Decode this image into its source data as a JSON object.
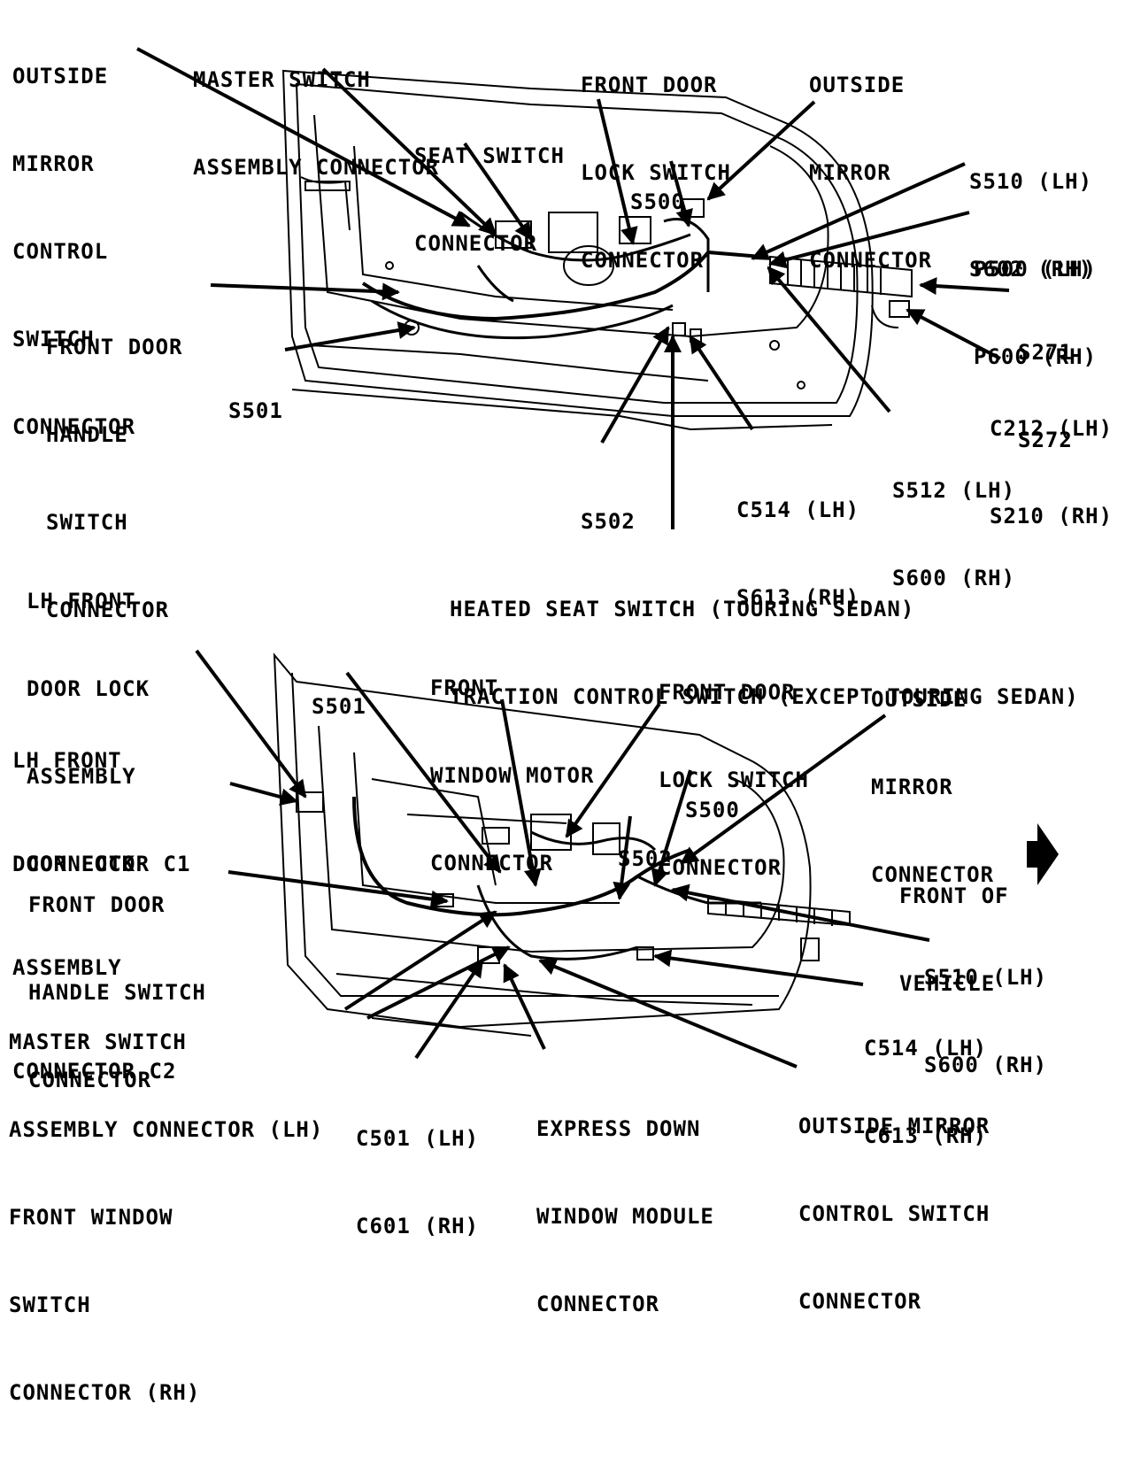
{
  "top_view": {
    "labels": {
      "outside_mirror_control_switch_connector": [
        "OUTSIDE",
        "MIRROR",
        "CONTROL",
        "SWITCH",
        "CONNECTOR"
      ],
      "master_switch_assembly_connector": [
        "MASTER SWITCH",
        "ASSEMBLY CONNECTOR"
      ],
      "seat_switch_connector": [
        "SEAT SWITCH",
        "CONNECTOR"
      ],
      "front_door_lock_switch_connector": [
        "FRONT DOOR",
        "LOCK SWITCH",
        "CONNECTOR"
      ],
      "outside_mirror_connector": [
        "OUTSIDE",
        "MIRROR",
        "CONNECTOR"
      ],
      "s500": [
        "S500"
      ],
      "s510_s602": [
        "S510 (LH)",
        "S602 (RH)"
      ],
      "p500_p600": [
        "P500 (LH)",
        "P600 (RH)"
      ],
      "front_door_handle_switch_connector": [
        "FRONT DOOR",
        "HANDLE",
        "SWITCH",
        "CONNECTOR"
      ],
      "s271_s272": [
        "S271",
        "S272"
      ],
      "s501": [
        "S501"
      ],
      "c212_s210": [
        "C212 (LH)",
        "S210 (RH)"
      ],
      "s512_s600": [
        "S512 (LH)",
        "S600 (RH)"
      ],
      "c514_s613": [
        "C514 (LH)",
        "S613 (RH)"
      ],
      "s502": [
        "S502"
      ],
      "heated_seat_traction_switch": [
        "HEATED SEAT SWITCH (TOURING SEDAN)",
        "TRACTION CONTROL SWITCH (EXCEPT TOURING SEDAN)"
      ]
    }
  },
  "bottom_view": {
    "labels": {
      "lh_front_door_lock_c1": [
        "LH FRONT",
        "DOOR LOCK",
        "ASSEMBLY",
        "CONNECTOR C1"
      ],
      "s501": [
        "S501"
      ],
      "front_window_motor_connector": [
        "FRONT",
        "WINDOW MOTOR",
        "CONNECTOR"
      ],
      "front_door_lock_switch_connector": [
        "FRONT DOOR",
        "LOCK SWITCH",
        "CONNECTOR"
      ],
      "outside_mirror_connector": [
        "OUTSIDE",
        "MIRROR",
        "CONNECTOR"
      ],
      "lh_front_door_lock_c2": [
        "LH FRONT",
        "DOOR LOCK",
        "ASSEMBLY",
        "CONNECTOR C2"
      ],
      "s500": [
        "S500"
      ],
      "s502": [
        "S502"
      ],
      "front_of_vehicle": [
        "FRONT OF",
        "VEHICLE"
      ],
      "front_door_handle_switch_connector": [
        "FRONT DOOR",
        "HANDLE SWITCH",
        "CONNECTOR"
      ],
      "s510_s600": [
        "S510 (LH)",
        "S600 (RH)"
      ],
      "c514_c613": [
        "C514 (LH)",
        "C613 (RH)"
      ],
      "master_switch_front_window_switch": [
        "MASTER SWITCH",
        "ASSEMBLY CONNECTOR (LH)",
        "FRONT WINDOW",
        "SWITCH",
        "CONNECTOR (RH)"
      ],
      "c501_c601": [
        "C501 (LH)",
        "C601 (RH)"
      ],
      "express_down_window_module_connector": [
        "EXPRESS DOWN",
        "WINDOW MODULE",
        "CONNECTOR"
      ],
      "outside_mirror_control_switch_connector": [
        "OUTSIDE MIRROR",
        "CONTROL SWITCH",
        "CONNECTOR"
      ]
    }
  }
}
